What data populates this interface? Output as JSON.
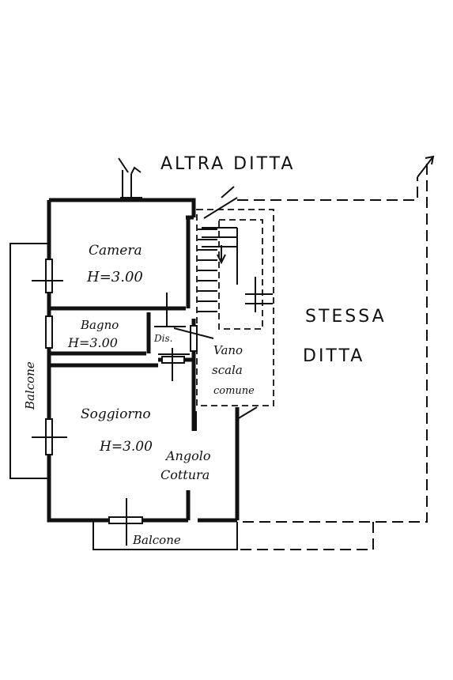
{
  "labels": {
    "altra_ditta": "ALTRA  DITTA",
    "stessa": "STESSA",
    "ditta": "DITTA",
    "camera": "Camera",
    "camera_h": "H=3.00",
    "bagno": "Bagno",
    "bagno_h": "H=3.00",
    "dis": "Dis.",
    "vano": "Vano",
    "scala": "scala",
    "comune": "comune",
    "soggiorno": "Soggiorno",
    "soggiorno_h": "H=3.00",
    "angolo": "Angolo",
    "cottura": "Cottura",
    "balcone_left": "Balcone",
    "balcone_bottom": "Balcone"
  }
}
